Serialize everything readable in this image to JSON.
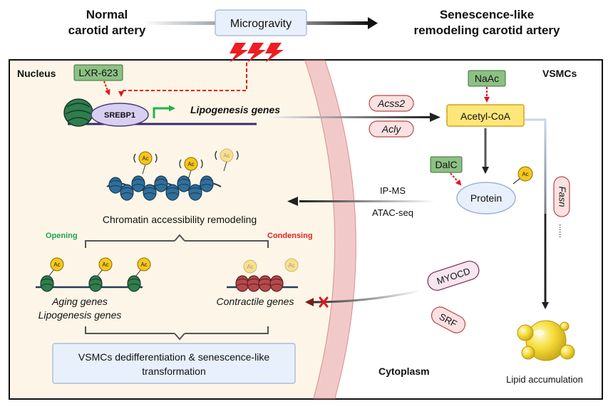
{
  "header": {
    "left_line1": "Normal",
    "left_line2": "carotid artery",
    "center_box": "Microgravity",
    "right_line1": "Senescence-like",
    "right_line2": "remodeling carotid artery"
  },
  "regions": {
    "nucleus": "Nucleus",
    "vsmcs": "VSMCs",
    "cytoplasm": "Cytoplasm"
  },
  "nucleus": {
    "drug": "LXR-623",
    "srebp": "SREBP1",
    "genes": "Lipogenesis genes",
    "ac": "Ac",
    "chromatin": "Chromatin accessibility remodeling",
    "opening": "Opening",
    "condensing": "Condensing",
    "open_genes_line1": "Aging genes",
    "open_genes_line2": "Lipogenesis genes",
    "contractile": "Contractile genes",
    "result_line1": "VSMCs dedifferentiation & senescence-like",
    "result_line2": "transformation"
  },
  "cytoplasm": {
    "acss2": "Acss2",
    "acly": "Acly",
    "naac": "NaAc",
    "acetyl_coa": "Acetyl-CoA",
    "dalc": "DalC",
    "protein": "Protein",
    "ip_ms": "IP-MS",
    "atac_seq": "ATAC-seq",
    "fasn": "Fasn",
    "dots": "......",
    "myocd": "MYOCD",
    "srf": "SRF",
    "lipid": "Lipid accumulation"
  },
  "colors": {
    "nucleus_bg": "#fdf6e8",
    "membrane": "#f2c9c9",
    "inhibit_red": "#e8141b",
    "green_box": "#8cc084",
    "pink_pill": "#fbe1e1",
    "acetyl_box": "#fde77a",
    "protein_ellipse": "#e8f0fb",
    "nucleosome_open": "#2f7d4f",
    "nucleosome_closed": "#b5484b",
    "chromatin_blue": "#2f6f9b",
    "opening_green": "#1aa64a",
    "condensing_red": "#e02020",
    "lipid_yellow": "#f3d62f"
  },
  "icons": [
    "lightning-icon",
    "nucleosome-icon",
    "acetyl-group-icon",
    "lipid-droplet-icon",
    "inhibition-x-icon"
  ]
}
